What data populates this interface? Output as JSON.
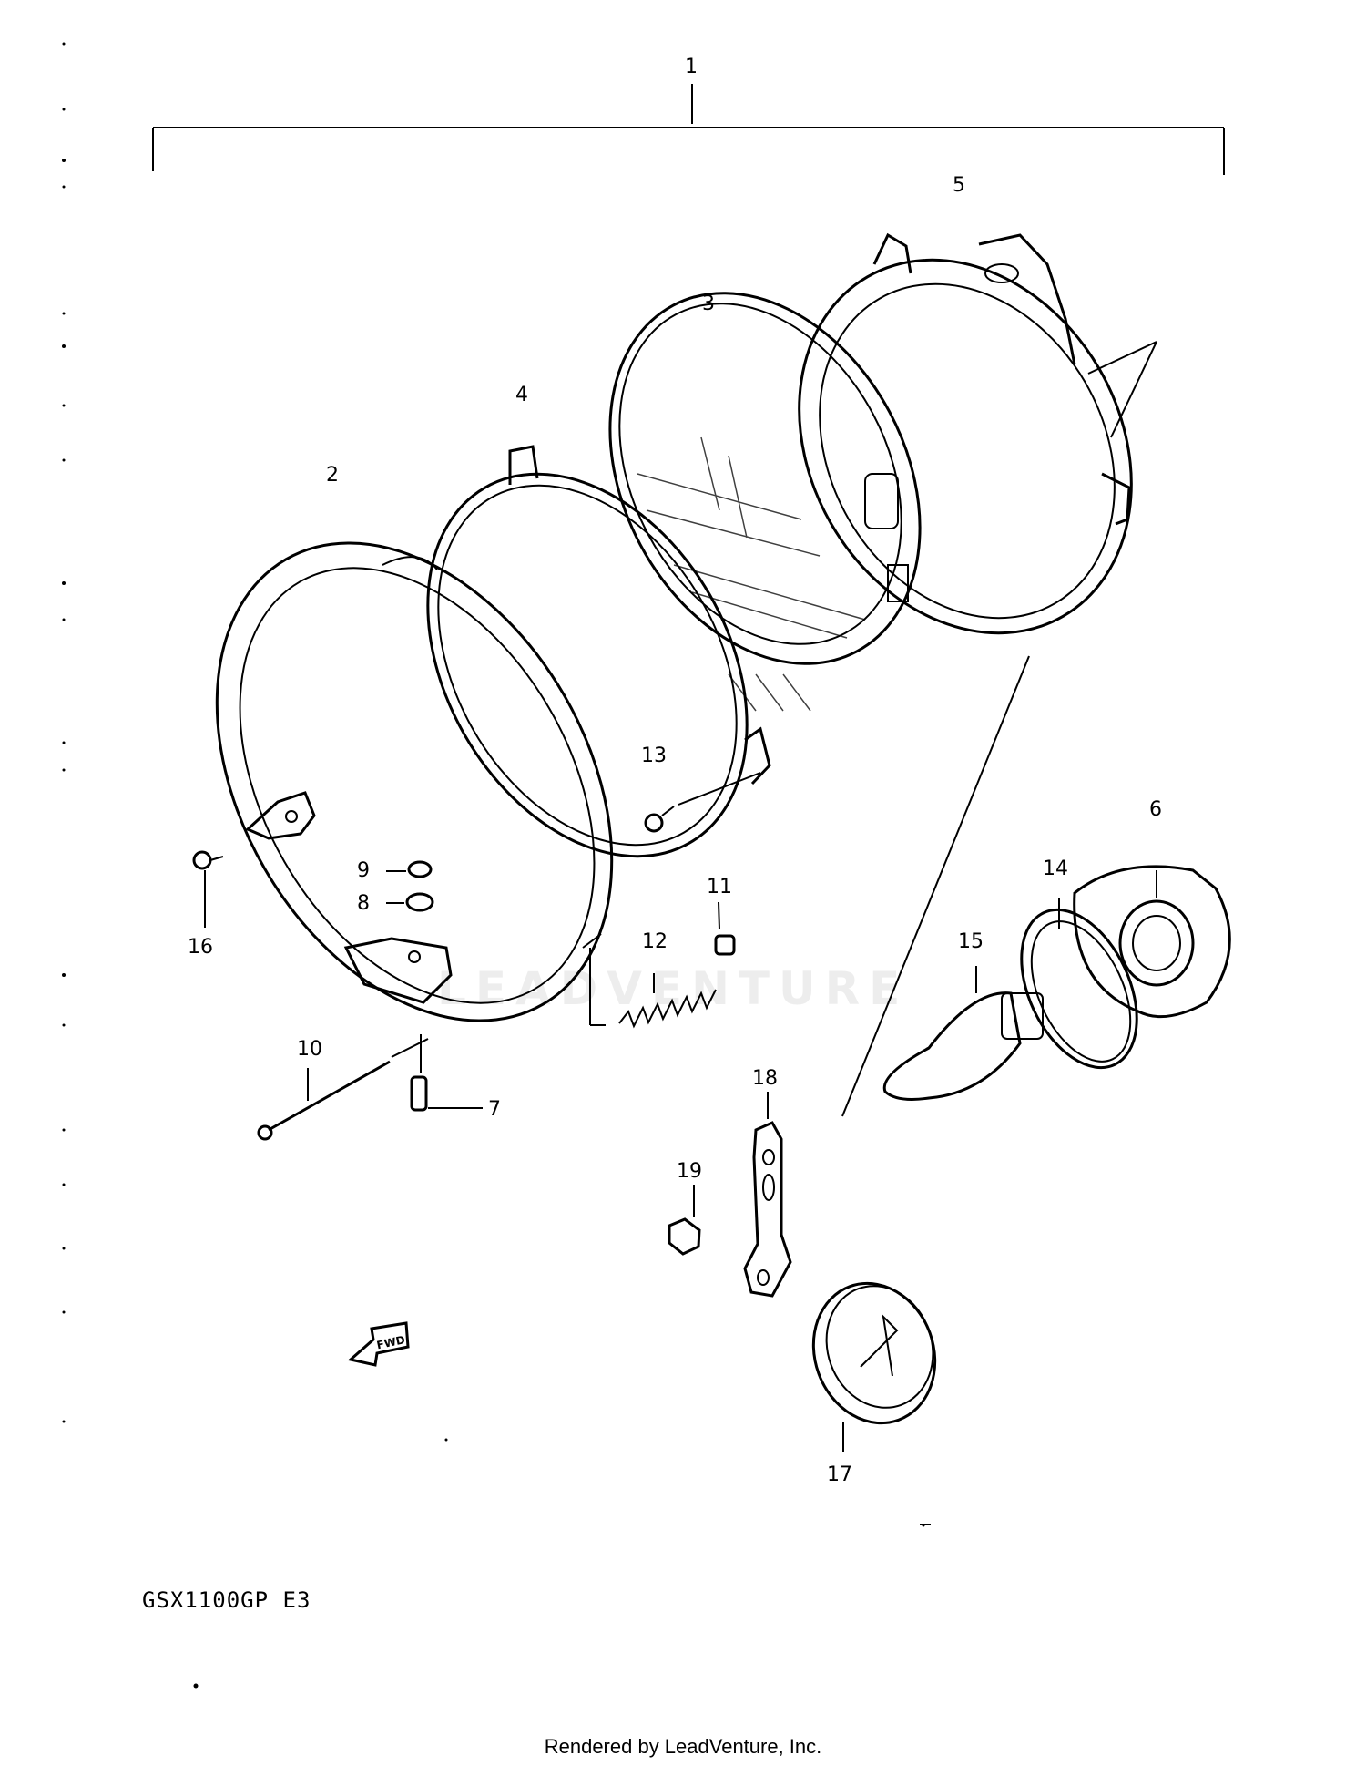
{
  "diagram": {
    "callouts": [
      "1",
      "2",
      "3",
      "4",
      "5",
      "6",
      "7",
      "8",
      "9",
      "10",
      "11",
      "12",
      "13",
      "14",
      "15",
      "16",
      "17",
      "18",
      "19"
    ],
    "fwd_label": "FWD",
    "model_code": "GSX1100GP E3",
    "watermark": "LEADVENTURE",
    "footer": "Rendered by LeadVenture, Inc."
  }
}
